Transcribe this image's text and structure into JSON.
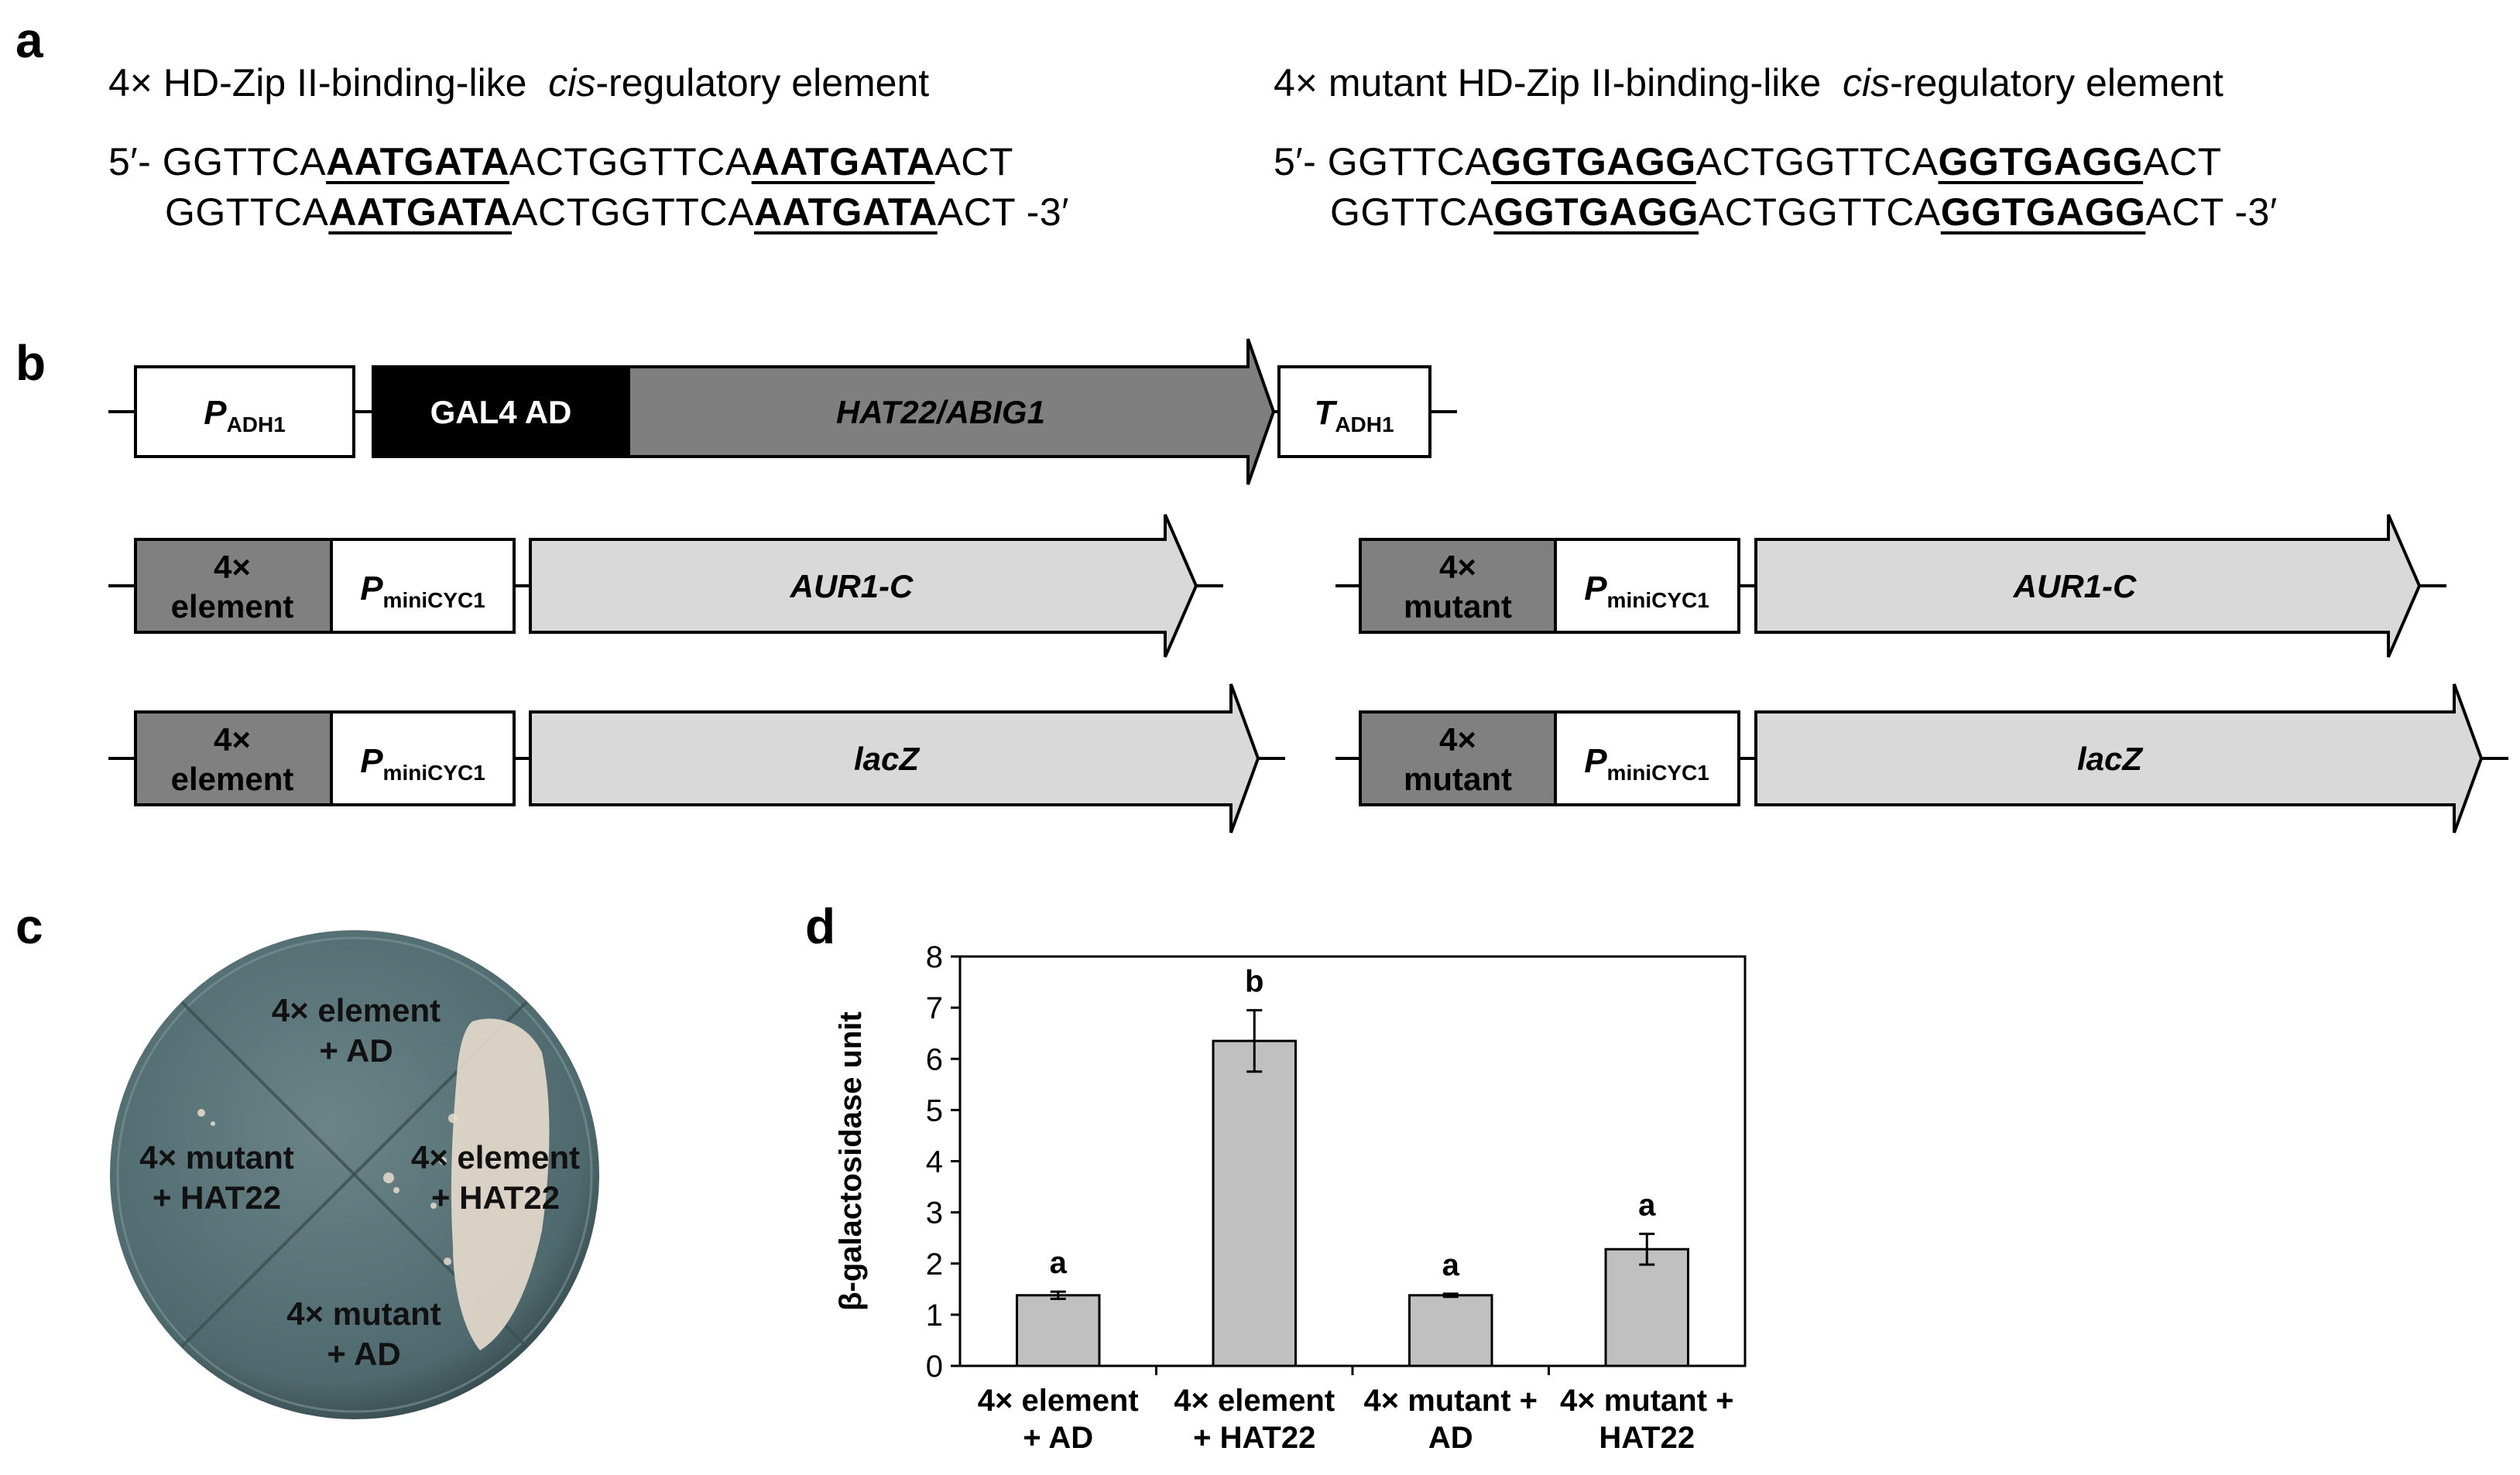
{
  "panels": {
    "a": "a",
    "b": "b",
    "c": "c",
    "d": "d"
  },
  "panel_a": {
    "left": {
      "title_prefix": "4× HD-Zip II-binding-like",
      "title_italic": "cis",
      "title_suffix": "-regulatory element",
      "line1": {
        "p0": "5′- GGTTCA",
        "m1": "AATGATA",
        "p1": "ACTGGTTCA",
        "m2": "AATGATA",
        "p2": "ACT"
      },
      "line2": {
        "p0": "GGTTCA",
        "m1": "AATGATA",
        "p1": "ACTGGTTCA",
        "m2": "AATGATA",
        "p2": "ACT -3′"
      }
    },
    "right": {
      "title_prefix": "4× mutant HD-Zip II-binding-like",
      "title_italic": "cis",
      "title_suffix": "-regulatory element",
      "line1": {
        "p0": "5′- GGTTCA",
        "m1": "GGTGAGG",
        "p1": "ACTGGTTCA",
        "m2": "GGTGAGG",
        "p2": "ACT"
      },
      "line2": {
        "p0": "GGTTCA",
        "m1": "GGTGAGG",
        "p1": "ACTGGTTCA",
        "m2": "GGTGAGG",
        "p2": "ACT -3′"
      }
    }
  },
  "panel_b": {
    "p_adh1_main": "P",
    "p_adh1_sub": "ADH1",
    "gal4": "GAL4 AD",
    "hat22": "HAT22/ABIG1",
    "t_adh1_main": "T",
    "t_adh1_sub": "ADH1",
    "element_line1": "4×",
    "element_line2": "element",
    "mutant_line1": "4×",
    "mutant_line2": "mutant",
    "pmini_main": "P",
    "pmini_sub": "miniCYC1",
    "aur1c": "AUR1-C",
    "lacz": "lacZ",
    "colors": {
      "dark": "#000000",
      "mid_gray": "#7f7f7f",
      "element_gray": "#808080",
      "light_gray": "#d9d9d9"
    }
  },
  "panel_c": {
    "top": [
      "4× element",
      "+ AD"
    ],
    "left": [
      "4× mutant",
      "+ HAT22"
    ],
    "right": [
      "4× element",
      "+ HAT22"
    ],
    "bottom": [
      "4× mutant",
      "+ AD"
    ],
    "colors": {
      "plate": "#4f6a6e",
      "colony": "#e8dccd"
    }
  },
  "chart_data": {
    "type": "bar",
    "ylabel": "β-galactosidase unit",
    "ylim": [
      0,
      8
    ],
    "yticks": [
      0,
      1,
      2,
      3,
      4,
      5,
      6,
      7,
      8
    ],
    "categories": [
      [
        "4× element",
        "+ AD"
      ],
      [
        "4× element",
        "+ HAT22"
      ],
      [
        "4× mutant +",
        "AD"
      ],
      [
        "4× mutant +",
        "HAT22"
      ]
    ],
    "values": [
      1.38,
      6.35,
      1.38,
      2.28
    ],
    "errors": [
      0.07,
      0.6,
      0.03,
      0.3
    ],
    "letters": [
      "a",
      "b",
      "a",
      "a"
    ],
    "bar_color": "#c0c0c0",
    "grid": false
  }
}
